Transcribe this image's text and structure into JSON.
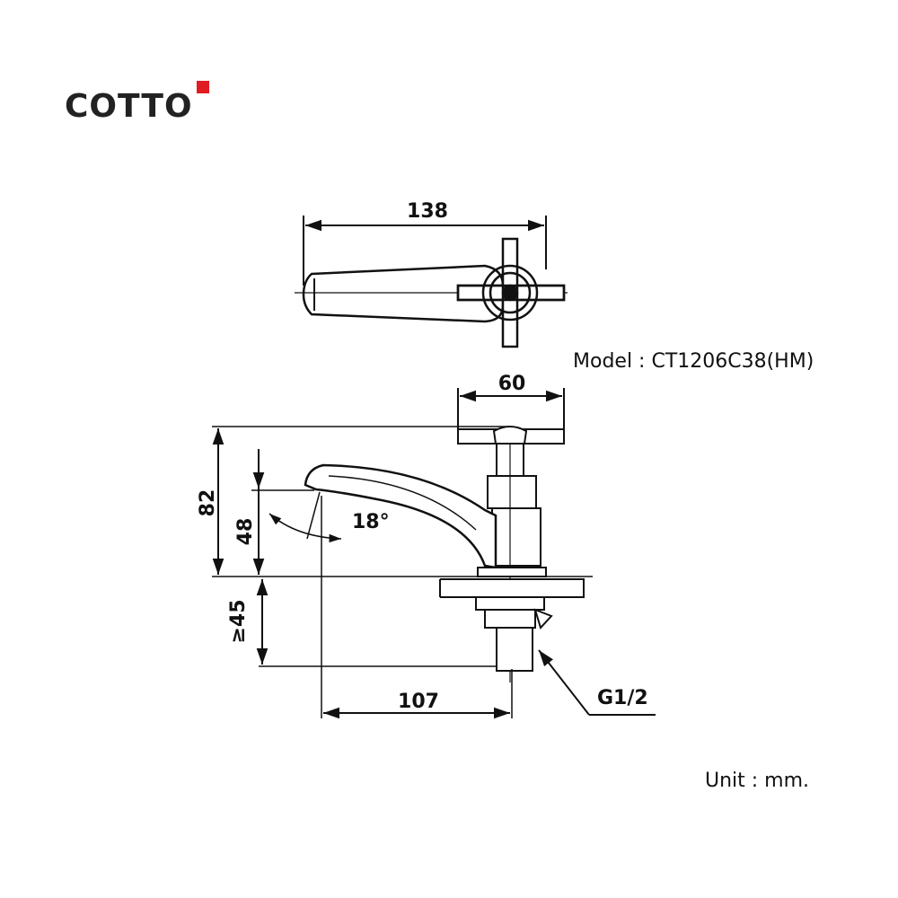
{
  "brand": {
    "name": "COTTO",
    "accent": "#e01b22"
  },
  "model_label": "Model : CT1206C38(HM)",
  "unit_label": "Unit : mm.",
  "dimensions": {
    "top_length": "138",
    "handle_width": "60",
    "total_height": "82",
    "spout_height": "48",
    "below_deck": "≥45",
    "reach": "107",
    "angle": "18°",
    "thread": "G1/2"
  }
}
